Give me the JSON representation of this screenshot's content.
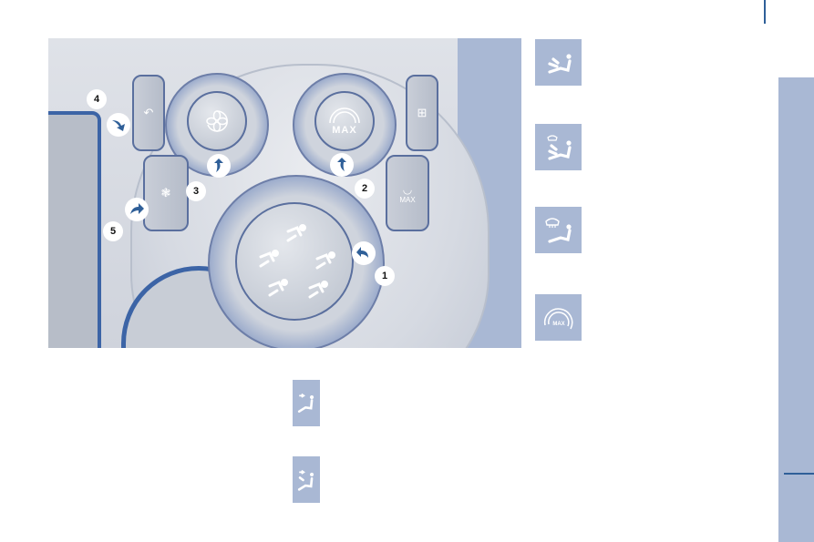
{
  "page": {
    "section_color": "#a9b8d4",
    "accent_color": "#2f5f98"
  },
  "illustration": {
    "title": "Heating and ventilation control panel",
    "knobs": {
      "fan": {
        "icon": "fan-icon"
      },
      "temperature": {
        "label": "MAX"
      },
      "distribution": {
        "positions": [
          "face-vents",
          "face-and-feet",
          "feet",
          "feet-and-windscreen",
          "windscreen-demist"
        ]
      }
    },
    "buttons": {
      "recirculation": {
        "icon": "recirculation-icon"
      },
      "air_conditioning": {
        "icon": "air-conditioning-icon"
      },
      "rear_demist": {
        "icon": "rear-screen-demist-icon"
      },
      "max_demist": {
        "icon": "windscreen-demist-icon",
        "label": "MAX"
      }
    },
    "callouts": [
      "1",
      "2",
      "3",
      "4",
      "5"
    ]
  },
  "right_icons": [
    {
      "name": "feet-vent-icon"
    },
    {
      "name": "feet-and-windscreen-icon"
    },
    {
      "name": "windscreen-demist-icon"
    },
    {
      "name": "max-temperature-icon",
      "label": "MAX"
    }
  ],
  "bottom_icons": [
    {
      "name": "face-vent-icon"
    },
    {
      "name": "face-and-feet-icon"
    }
  ]
}
